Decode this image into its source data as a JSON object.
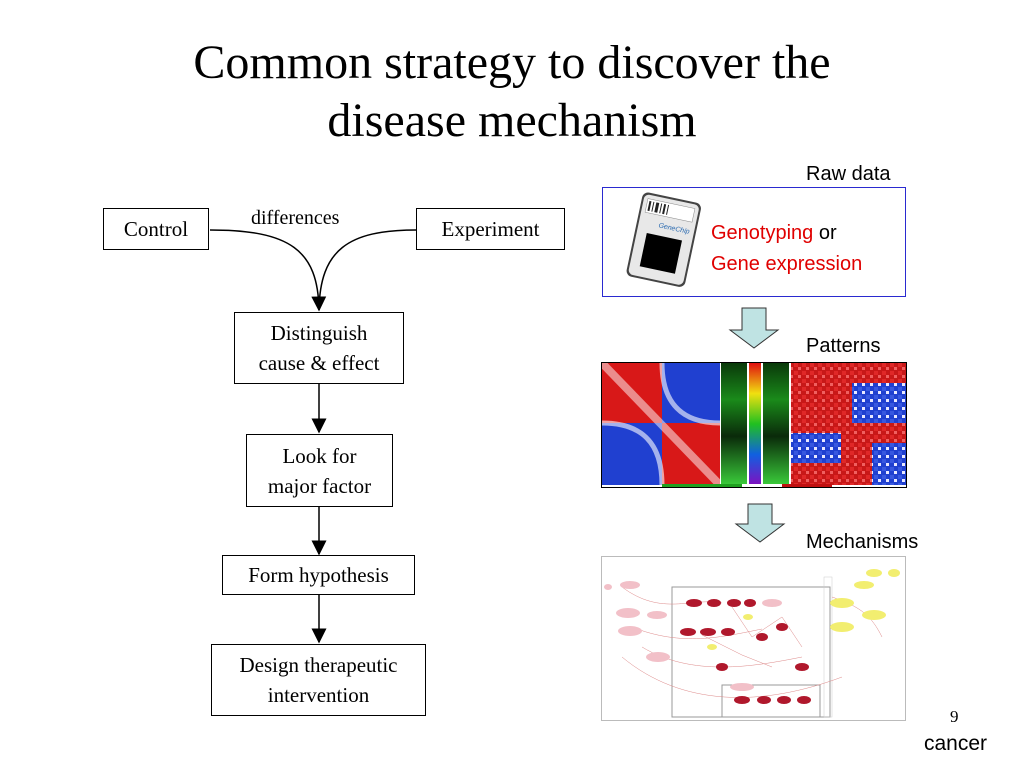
{
  "slide": {
    "title_line1": "Common strategy to discover the",
    "title_line2": "disease mechanism",
    "page_number": "9",
    "footer_word": "cancer"
  },
  "flow": {
    "control": "Control",
    "experiment": "Experiment",
    "differences": "differences",
    "distinguish_line1": "Distinguish",
    "distinguish_line2": "cause & effect",
    "lookfor_line1": "Look for",
    "lookfor_line2": "major factor",
    "hypothesis": "Form hypothesis",
    "design_line1": "Design therapeutic",
    "design_line2": "intervention"
  },
  "right": {
    "raw_data_label": "Raw data",
    "genotyping": "Genotyping",
    "or": "or",
    "gene_expression": "Gene expression",
    "patterns_label": "Patterns",
    "mechanisms_label": "Mechanisms",
    "chip_brand": "GeneChip"
  },
  "colors": {
    "highlight_red": "#e00000",
    "panel_border": "#2a2ad0",
    "arrow_fill": "#bfe3e3"
  }
}
